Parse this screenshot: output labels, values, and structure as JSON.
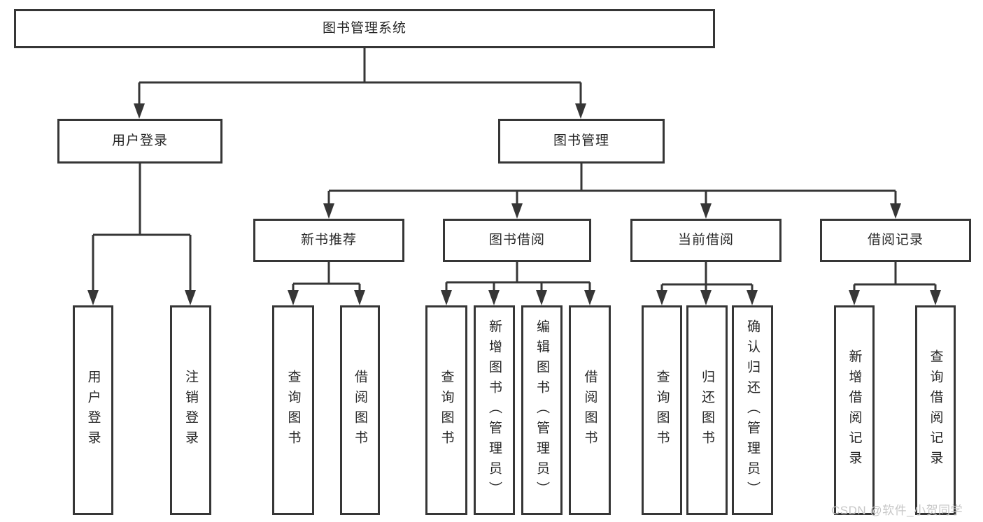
{
  "tree": {
    "label": "图书管理系统",
    "children": [
      {
        "label": "用户登录",
        "children": [
          {
            "label": "用户登录"
          },
          {
            "label": "注销登录"
          }
        ]
      },
      {
        "label": "图书管理",
        "children": [
          {
            "label": "新书推荐",
            "children": [
              {
                "label": "查询图书"
              },
              {
                "label": "借阅图书"
              }
            ]
          },
          {
            "label": "图书借阅",
            "children": [
              {
                "label": "查询图书"
              },
              {
                "label": "新增图书（管理员）"
              },
              {
                "label": "编辑图书（管理员）"
              },
              {
                "label": "借阅图书"
              }
            ]
          },
          {
            "label": "当前借阅",
            "children": [
              {
                "label": "查询图书"
              },
              {
                "label": "归还图书"
              },
              {
                "label": "确认归还（管理员）"
              }
            ]
          },
          {
            "label": "借阅记录",
            "children": [
              {
                "label": "新增借阅记录"
              },
              {
                "label": "查询借阅记录"
              }
            ]
          }
        ]
      }
    ]
  },
  "watermark": {
    "text": "CSDN @软件_小贺同学"
  },
  "colors": {
    "line": "#363636",
    "node_border": "#363636",
    "node_text": "#262626",
    "background": "#ffffff",
    "watermark": "#c7c7c7"
  }
}
